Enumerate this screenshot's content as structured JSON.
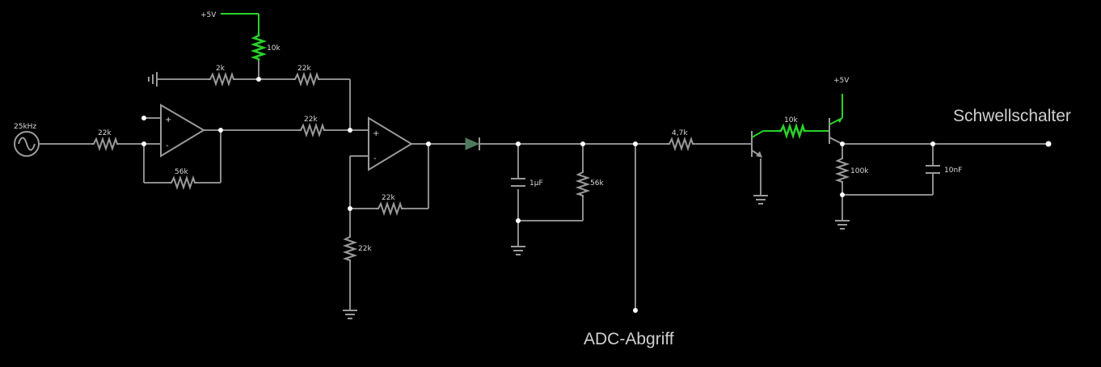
{
  "colors": {
    "background": "#000000",
    "wire": "#8c8c8c",
    "component": "#9a9a9a",
    "active_wire": "#2ad12a",
    "node": "#ffffff",
    "label": "#d8d8d8"
  },
  "source": {
    "label": "25kHz"
  },
  "supply": {
    "top": "+5V",
    "right": "+5V"
  },
  "resistors": {
    "r_in": "22k",
    "r_fb1": "56k",
    "r_pot": "10k",
    "r_ground": "2k",
    "r_ref": "22k",
    "r_mid": "22k",
    "r_fb2": "22k",
    "r_gnd2": "22k",
    "r_load": "56k",
    "r_base": "4,7k",
    "r_link": "10k",
    "r_emitter": "100k"
  },
  "capacitors": {
    "c_hold": "1µF",
    "c_out": "10nF"
  },
  "opamp_signs": {
    "plus": "+",
    "minus": "-"
  },
  "outputs": {
    "adc": "ADC-Abgriff",
    "threshold": "Schwellschalter"
  }
}
